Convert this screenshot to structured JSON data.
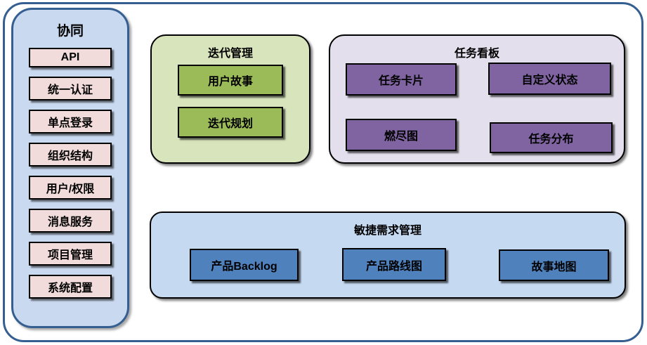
{
  "sidebar": {
    "title": "协同",
    "items": [
      {
        "label": "API"
      },
      {
        "label": "统一认证"
      },
      {
        "label": "单点登录"
      },
      {
        "label": "组织结构"
      },
      {
        "label": "用户/权限"
      },
      {
        "label": "消息服务"
      },
      {
        "label": "项目管理"
      },
      {
        "label": "系统配置"
      }
    ]
  },
  "panels": [
    {
      "title": "迭代管理",
      "items": [
        {
          "label": "用户故事"
        },
        {
          "label": "迭代规划"
        }
      ]
    },
    {
      "title": "任务看板",
      "items": [
        {
          "label": "任务卡片"
        },
        {
          "label": "自定义状态"
        },
        {
          "label": "燃尽图"
        },
        {
          "label": "任务分布"
        }
      ]
    },
    {
      "title": "敏捷需求管理",
      "items": [
        {
          "label": "产品Backlog"
        },
        {
          "label": "产品路线图"
        },
        {
          "label": "故事地图"
        }
      ]
    }
  ],
  "colors": {
    "frame_border": "#365f91",
    "box_border": "#000000",
    "sidebar_bg": "#c9d9f0",
    "sidebar_item_bg": "#f2dcdb",
    "iteration_bg": "#d7e4bc",
    "iteration_item_bg": "#9bbb59",
    "kanban_bg": "#e4dfec",
    "kanban_item_bg": "#8064a2",
    "requirements_bg": "#c5d9f1",
    "requirements_item_bg": "#4f81bd"
  }
}
